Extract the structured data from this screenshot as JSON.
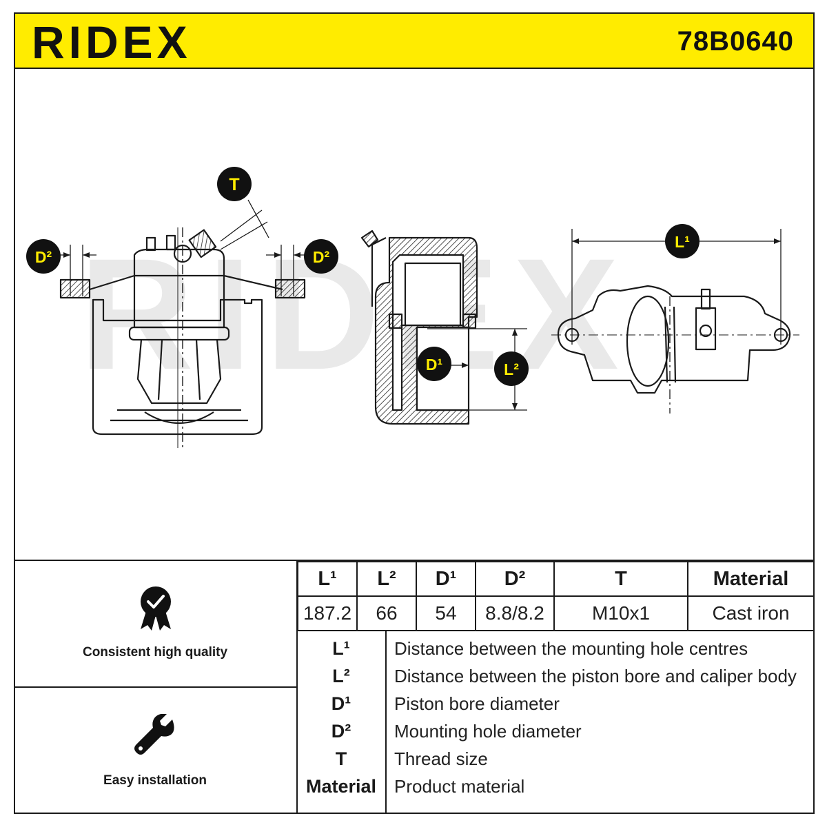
{
  "header": {
    "brand": "RIDEX",
    "part_number": "78B0640"
  },
  "drawing": {
    "watermark": "RIDEX",
    "labels": {
      "t": "T",
      "d2_left": "D²",
      "d2_right": "D²",
      "d1": "D¹",
      "l2": "L²",
      "l1": "L¹"
    }
  },
  "features": [
    {
      "label": "Consistent high quality",
      "icon": "quality-badge-icon"
    },
    {
      "label": "Easy installation",
      "icon": "wrench-icon"
    }
  ],
  "spec_table": {
    "headers": [
      "L¹",
      "L²",
      "D¹",
      "D²",
      "T",
      "Material"
    ],
    "values": [
      "187.2",
      "66",
      "54",
      "8.8/8.2",
      "M10x1",
      "Cast iron"
    ]
  },
  "legend": [
    {
      "key": "L¹",
      "desc": "Distance between the mounting hole centres"
    },
    {
      "key": "L²",
      "desc": "Distance between the piston bore and caliper body"
    },
    {
      "key": "D¹",
      "desc": "Piston bore diameter"
    },
    {
      "key": "D²",
      "desc": "Mounting hole diameter"
    },
    {
      "key": "T",
      "desc": "Thread size"
    },
    {
      "key": "Material",
      "desc": "Product material"
    }
  ],
  "colors": {
    "brand_yellow": "#ffec00",
    "ink": "#1a1a1a"
  }
}
